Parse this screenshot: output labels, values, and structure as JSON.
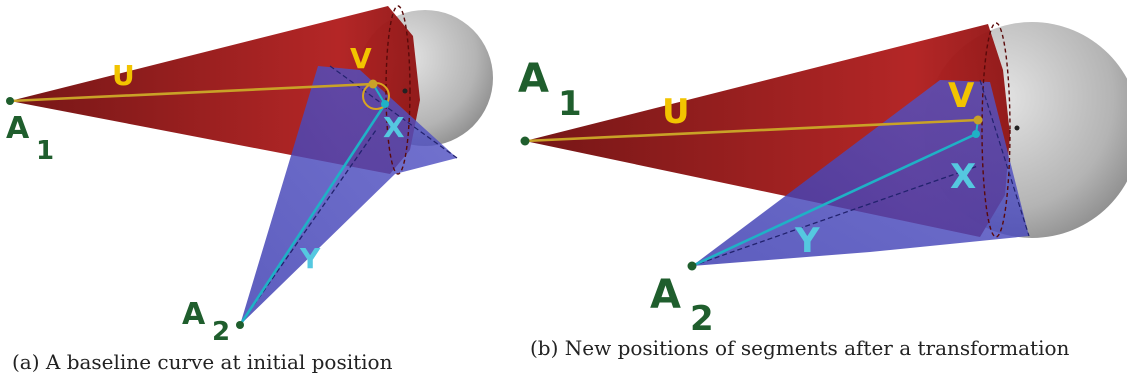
{
  "panel_a": {
    "caption": "(a) A baseline curve at initial position",
    "labels": {
      "a1": "A",
      "a1_sub": "1",
      "a2": "A",
      "a2_sub": "2",
      "u": "U",
      "v": "V",
      "x": "X",
      "y": "Y"
    }
  },
  "panel_b": {
    "caption": "(b) New positions of segments after a transformation",
    "labels": {
      "a1": "A",
      "a1_sub": "1",
      "a2": "A",
      "a2_sub": "2",
      "u": "U",
      "v": "V",
      "x": "X",
      "y": "Y"
    }
  },
  "colors": {
    "red_cone": "#9b1414",
    "blue_cone": "#4747b8",
    "sphere": "#a9a9a9",
    "segment_u": "#c9a227",
    "segment_y": "#1fb1c6",
    "point": "#1f5e2d"
  }
}
